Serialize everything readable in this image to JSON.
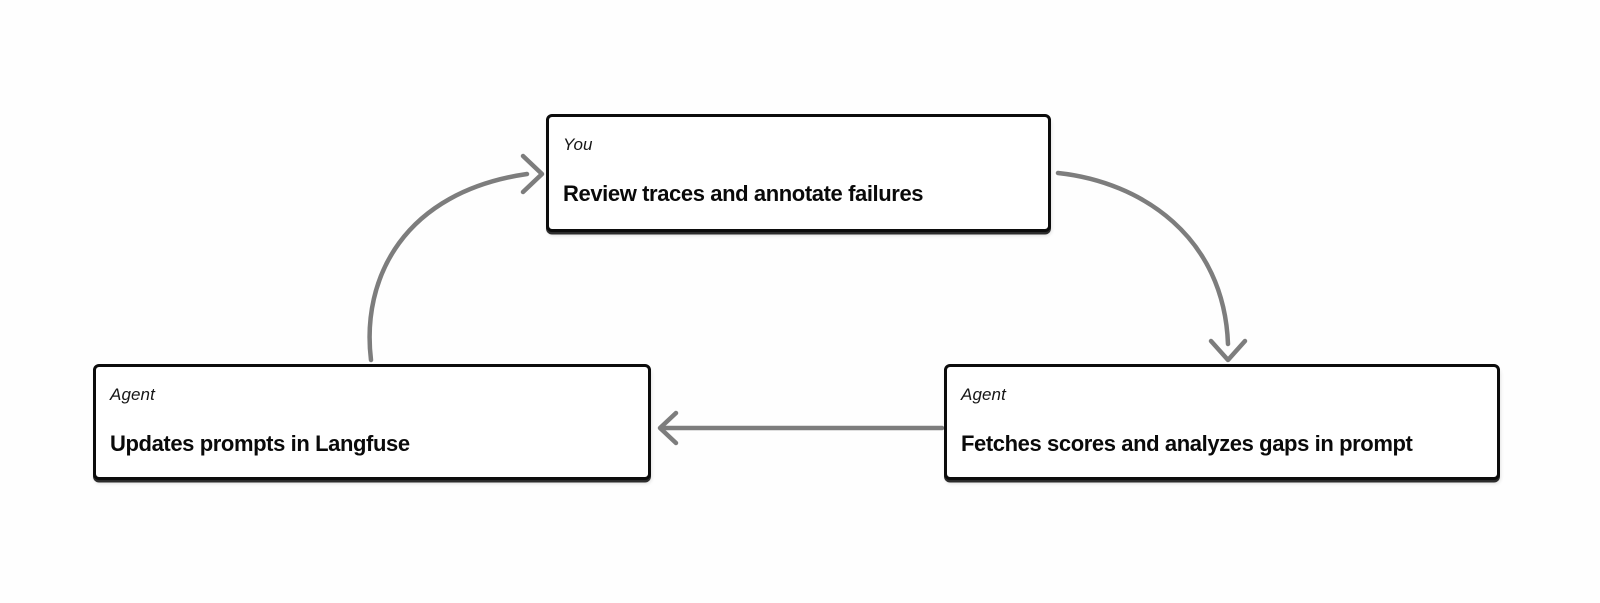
{
  "diagram": {
    "description": "Three-node feedback loop between a human reviewer and an agent around Langfuse prompts",
    "nodes": [
      {
        "id": "review",
        "label": "You",
        "title": "Review traces and annotate failures"
      },
      {
        "id": "fetches",
        "label": "Agent",
        "title": "Fetches scores and analyzes gaps in prompt"
      },
      {
        "id": "updates",
        "label": "Agent",
        "title": "Updates prompts in Langfuse"
      }
    ],
    "edges": [
      {
        "from": "review",
        "to": "fetches",
        "shape": "curved",
        "description": "curves from right side of top box down to top of bottom-right box"
      },
      {
        "from": "fetches",
        "to": "updates",
        "shape": "straight",
        "description": "horizontal arrow pointing left between bottom boxes"
      },
      {
        "from": "updates",
        "to": "review",
        "shape": "curved",
        "description": "curves from top of bottom-left box up to left side of top box"
      }
    ],
    "colors": {
      "background": "#fefefe",
      "box_background": "#ffffff",
      "box_border": "#0c0c0c",
      "arrow": "#7d7d7d",
      "label_text": "#161616",
      "title_text": "#0a0a0a"
    }
  }
}
